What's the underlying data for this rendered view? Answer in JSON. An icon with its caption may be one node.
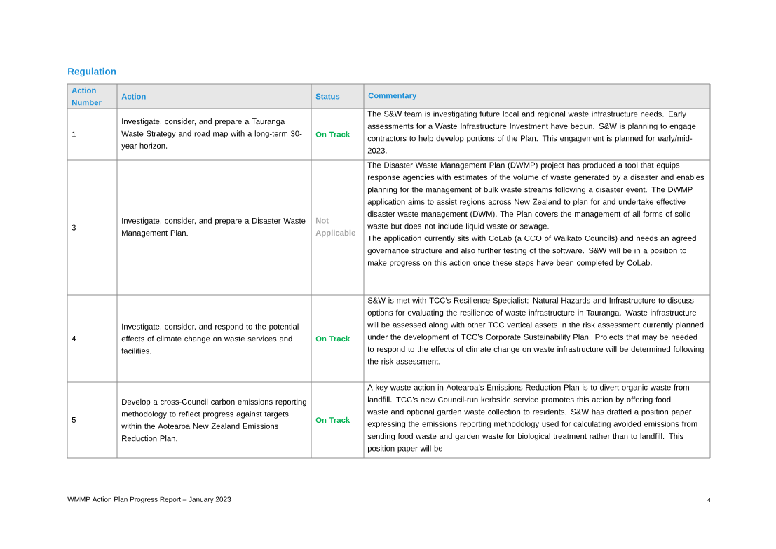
{
  "diagram": {
    "title": "Regulation",
    "labels": [
      "Action Number",
      "Action",
      "Status",
      "Commentary",
      "1",
      "Investigate, consider, and prepare a Tauranga Waste Strategy and road map with a long-term 30-year horizon.",
      "On Track",
      "The S&W team is investigating future local and regional waste infrastructure needs. Early assessments for a Waste Infrastructure Investment have begun. S&W is planning to engage contractors to help develop portions of the Plan. This engagement is planned for early/mid-2023.",
      "3",
      "Investigate, consider, and prepare a Disaster Waste Management Plan.",
      "Not Applicable",
      "The Disaster Waste Management Plan (DWMP) project has produced a tool that equips response agencies with estimates of the volume of waste generated by a disaster and enables planning for the management of bulk waste streams following a disaster event. The DWMP application aims to assist regions across New Zealand to plan for and undertake effective disaster waste management (DWM). The Plan covers the management of all forms of solid waste but does not include liquid waste or sewage.",
      "The application currently sits with CoLab (a CCO of Waikato Councils) and needs an agreed governance structure and also further testing of the software. S&W will be in a position to make progress on this action once these steps have been completed by CoLab.",
      "4",
      "Investigate, consider, and respond to the potential effects of climate change on waste services and facilities.",
      "On Track",
      "S&W is met with TCC’s Resilience Specialist: Natural Hazards and Infrastructure to discuss options for evaluating the resilience of waste infrastructure in Tauranga. Waste infrastructure will be assessed along with other TCC vertical assets in the risk assessment currently planned under the development of TCC’s Corporate Sustainability Plan. Projects that may be needed to respond to the effects of climate change on waste infrastructure will be determined following the risk assessment.",
      "5",
      "Develop a cross-Council carbon emissions reporting methodology to reflect progress against targets within the Aotearoa New Zealand Emissions Reduction Plan.",
      "On Track",
      "A key waste action in Aotearoa’s Emissions Reduction Plan is to divert organic waste from landfill. TCC’s new Council-run kerbside service promotes this action by offering food waste and optional garden waste collection to residents. S&W has drafted a position paper expressing the emissions reporting methodology used for calculating avoided emissions from sending food waste and garden waste for biological treatment rather than to landfill. This position paper will be",
      "WMMP Action Plan Progress Report – January 2023",
      "4"
    ]
  }
}
